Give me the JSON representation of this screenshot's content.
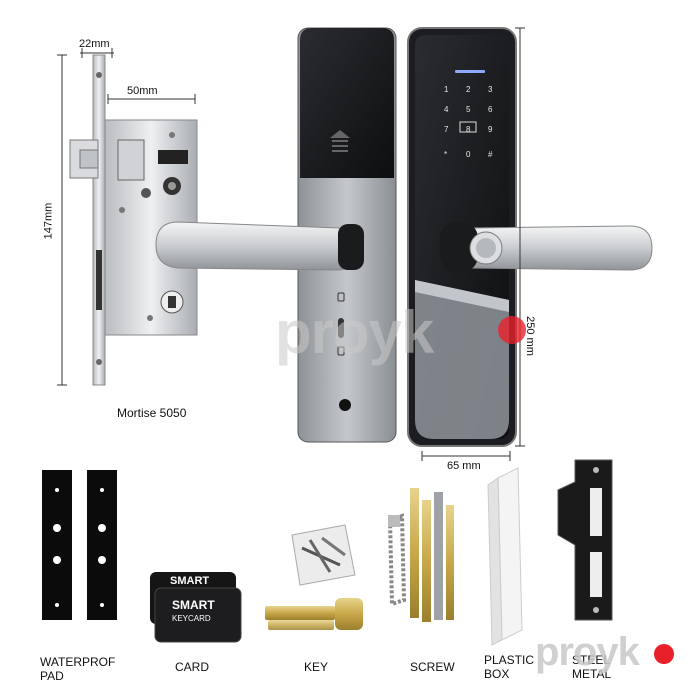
{
  "dimensions": {
    "mortise_width": "22mm",
    "backset": "50mm",
    "mortise_height": "147mm",
    "lock_height": "250 mm",
    "lock_width": "65 mm"
  },
  "mortise": {
    "caption": "Mortise 5050"
  },
  "accessories": [
    {
      "id": "pad",
      "label_line1": "WATERPROF",
      "label_line2": "PAD"
    },
    {
      "id": "card",
      "label_line1": "CARD",
      "label_line2": ""
    },
    {
      "id": "key",
      "label_line1": "KEY",
      "label_line2": ""
    },
    {
      "id": "screw",
      "label_line1": "SCREW",
      "label_line2": ""
    },
    {
      "id": "plastic-box",
      "label_line1": "PLASTIC",
      "label_line2": "BOX"
    },
    {
      "id": "steel-metal",
      "label_line1": "STEEL",
      "label_line2": "METAL"
    }
  ],
  "cards": {
    "back": "SMART",
    "front_line1": "SMART",
    "front_line2": "KEYCARD"
  },
  "watermark": {
    "text": "proyk",
    "accent_color": "#e8202a"
  }
}
